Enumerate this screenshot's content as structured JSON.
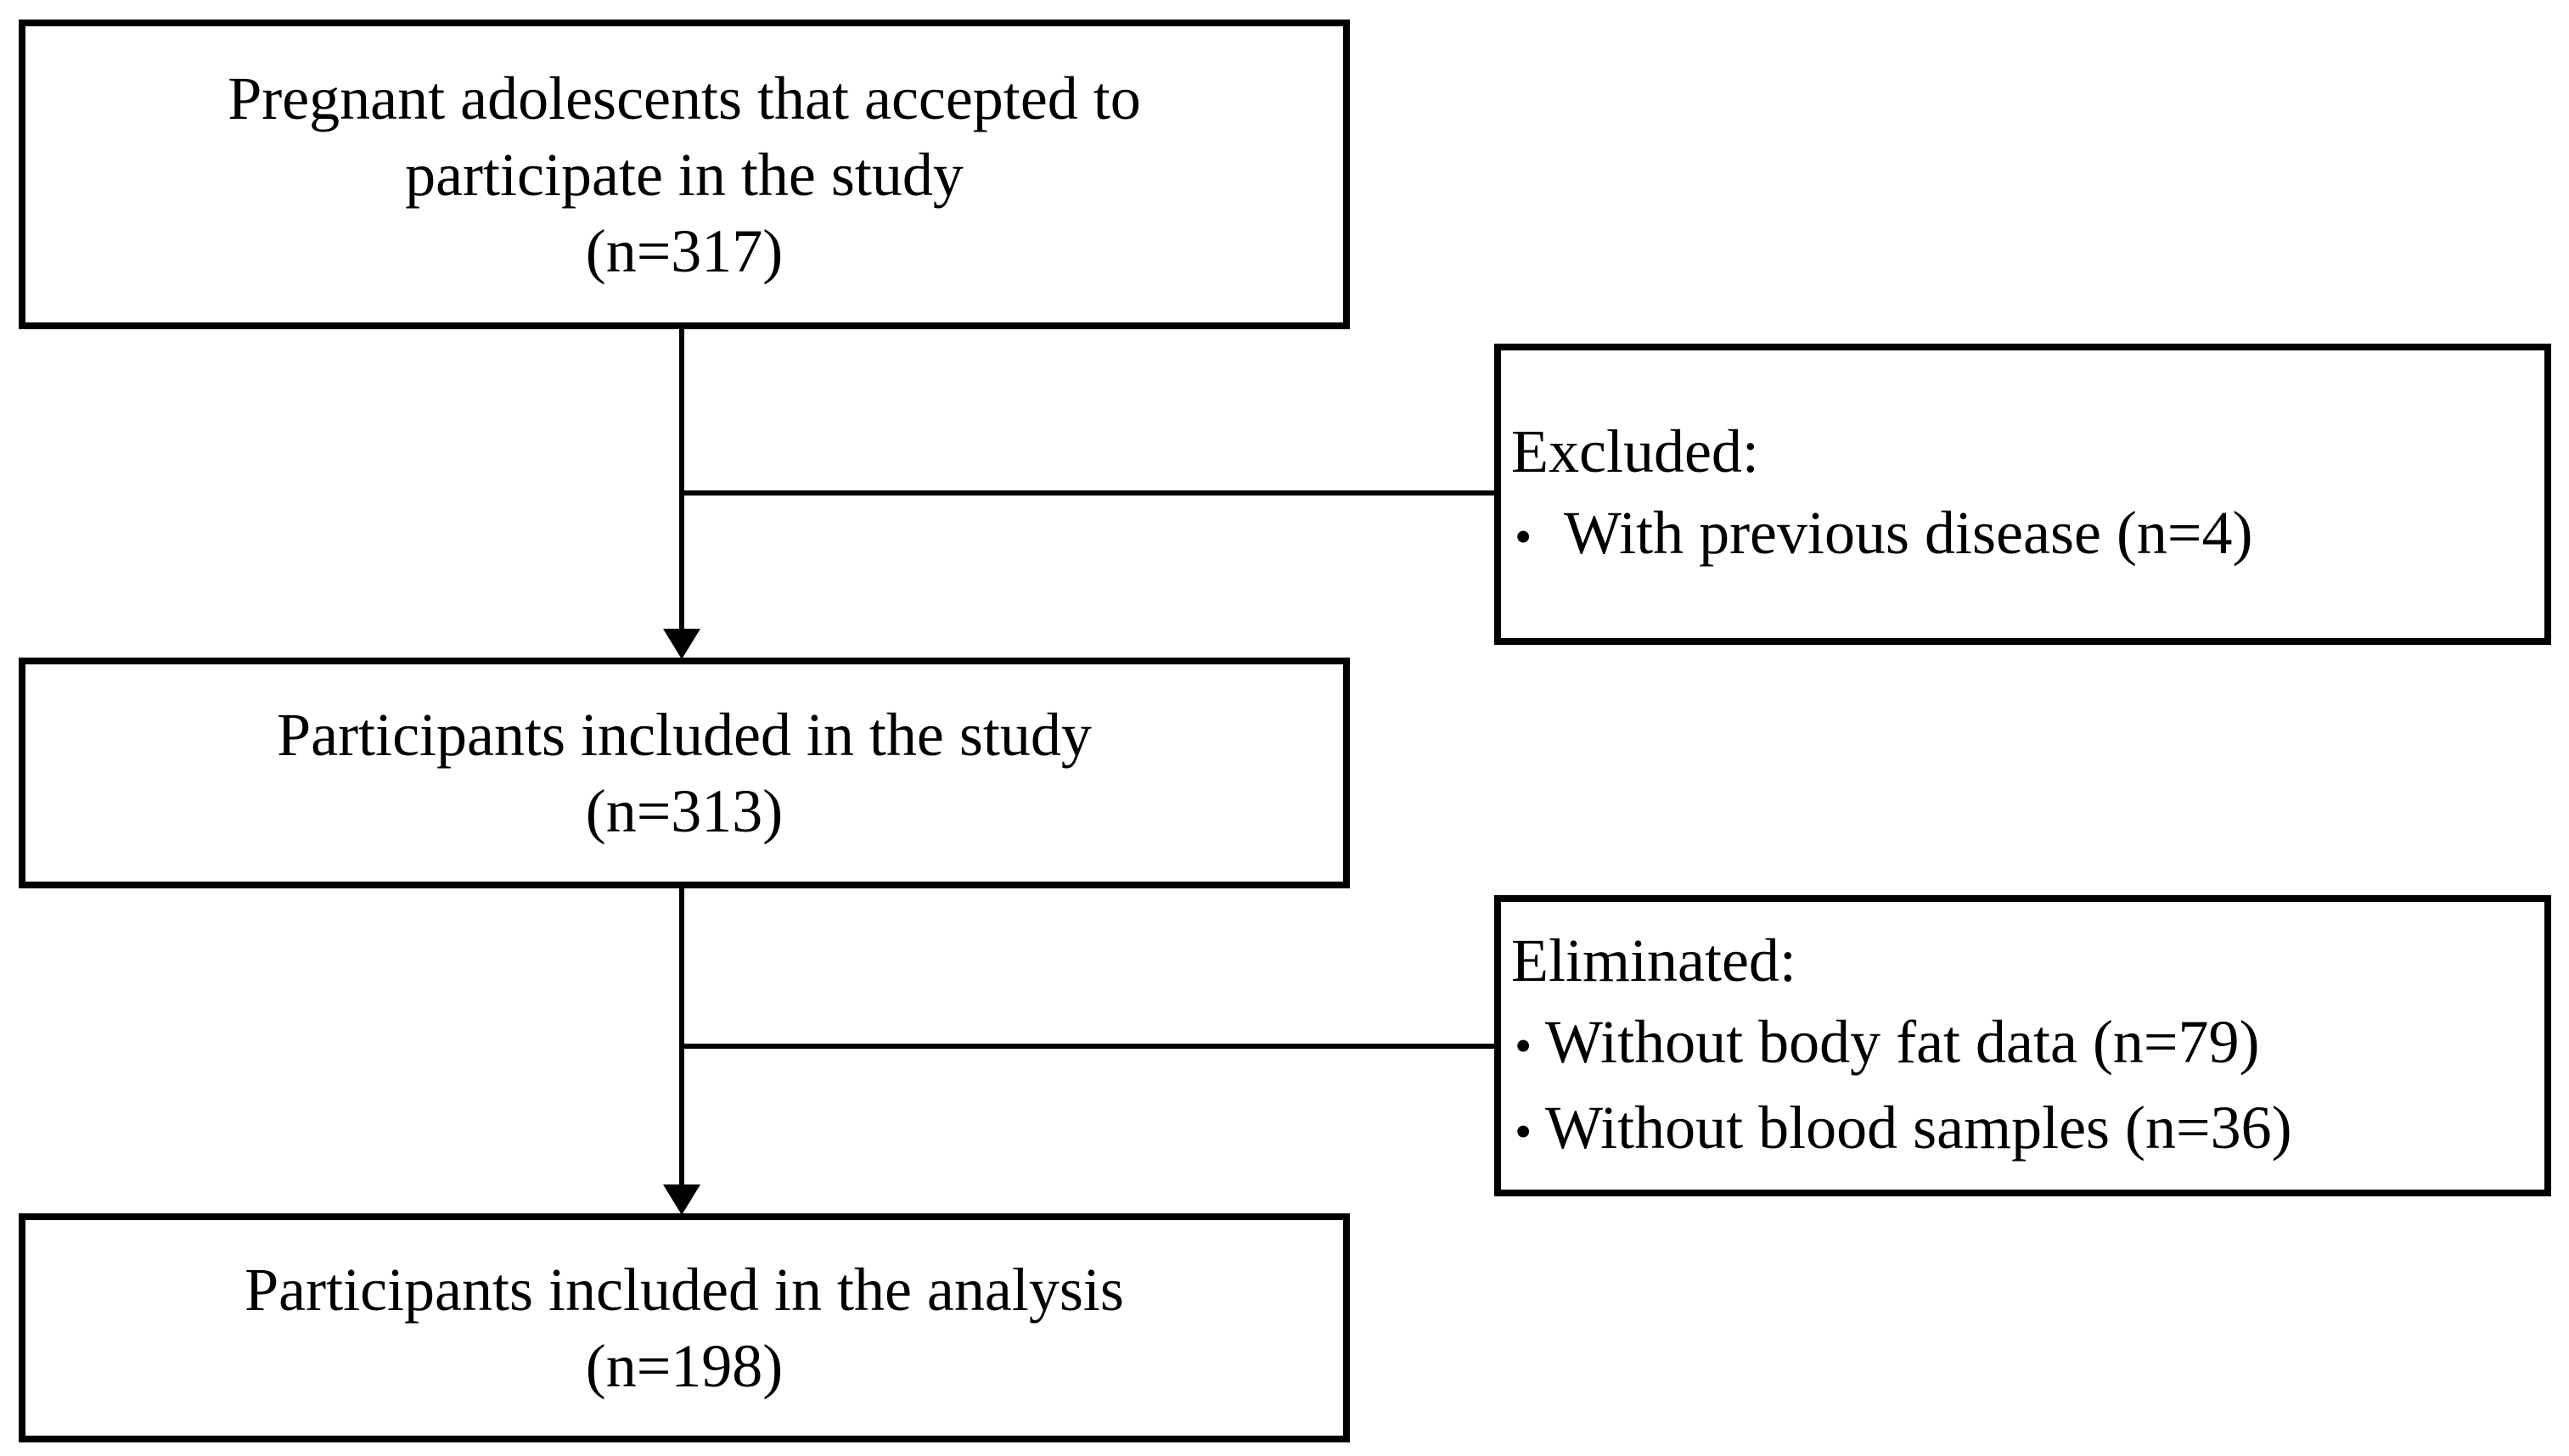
{
  "diagram": {
    "background_color": "#ffffff",
    "line_color": "#000000",
    "bullet_char": "•",
    "nodes": {
      "enrolled": {
        "lines": [
          "Pregnant adolescents that accepted to",
          "participate in the study",
          "(n=317)"
        ]
      },
      "excluded": {
        "title": "Excluded:",
        "items": [
          "With previous disease (n=4)"
        ]
      },
      "included_study": {
        "lines": [
          "Participants included in the study",
          "(n=313)"
        ]
      },
      "eliminated": {
        "title": "Eliminated:",
        "items": [
          "Without body fat data (n=79)",
          "Without blood samples (n=36)"
        ]
      },
      "included_analysis": {
        "lines": [
          "Participants included in the analysis",
          "(n=198)"
        ]
      }
    }
  }
}
